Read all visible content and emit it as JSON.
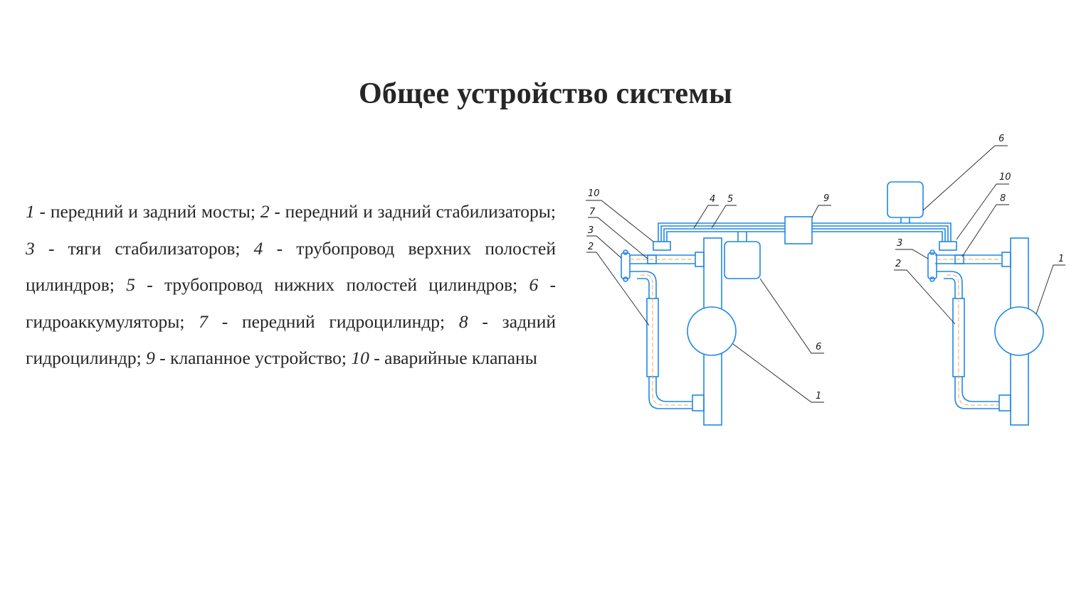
{
  "slide": {
    "title": "Общее устройство системы"
  },
  "legend": [
    {
      "num": "1",
      "text": " - передний и задний мосты; "
    },
    {
      "num": "2",
      "text": " - передний и задний стабилизаторы; "
    },
    {
      "num": "3",
      "text": " - тяги стабилизаторов; "
    },
    {
      "num": "4",
      "text": " - трубопровод верхних полостей цилиндров; "
    },
    {
      "num": "5",
      "text": " - трубопровод нижних полостей цилиндров; "
    },
    {
      "num": "6",
      "text": " - гидроаккумуляторы; "
    },
    {
      "num": "7",
      "text": " - передний гидроцилиндр; "
    },
    {
      "num": "8",
      "text": " - задний гидроцилиндр; "
    },
    {
      "num": "9",
      "text": " - клапанное устройство; "
    },
    {
      "num": "10",
      "text": " - аварийные клапаны"
    }
  ],
  "diagram": {
    "callouts": {
      "c10_left": "10",
      "c7": "7",
      "c3_left": "3",
      "c2_left": "2",
      "c4": "4",
      "c5": "5",
      "c9": "9",
      "c6_top": "6",
      "c10_right": "10",
      "c8": "8",
      "c3_right": "3",
      "c2_right": "2",
      "c1_right": "1",
      "c6_bottom": "6",
      "c1_bottom": "1"
    },
    "colors": {
      "line": "#1e88e5",
      "accent": "#f4a460",
      "leader": "#222222"
    }
  }
}
